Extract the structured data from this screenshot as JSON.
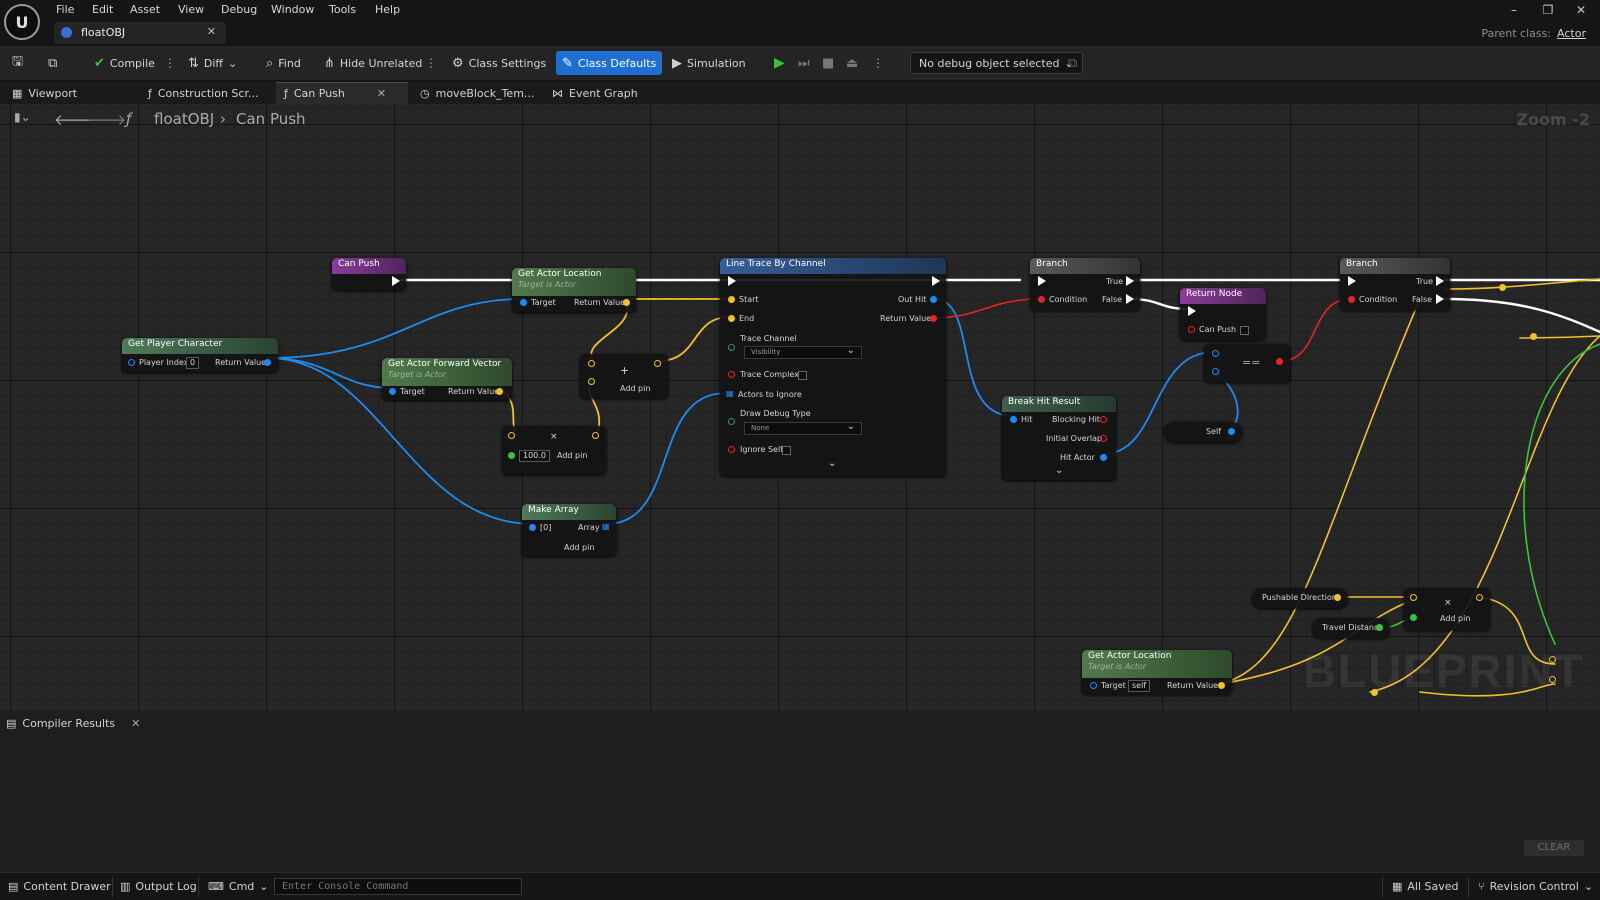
{
  "menu": {
    "items": [
      "File",
      "Edit",
      "Asset",
      "View",
      "Debug",
      "Window",
      "Tools",
      "Help"
    ]
  },
  "document_tab": {
    "label": "floatOBJ"
  },
  "parent_class": {
    "label": "Parent class:",
    "value": "Actor"
  },
  "toolbar": {
    "compile": "Compile",
    "diff": "Diff",
    "find": "Find",
    "hide_unrelated": "Hide Unrelated",
    "class_settings": "Class Settings",
    "class_defaults": "Class Defaults",
    "simulation": "Simulation",
    "debug_object": "No debug object selected"
  },
  "panel_tabs": [
    "Viewport",
    "Construction Scr...",
    "Can Push",
    "moveBlock_Tem...",
    "Event Graph"
  ],
  "breadcrumb": {
    "root": "floatOBJ",
    "current": "Can Push"
  },
  "graph": {
    "zoom": "Zoom -2",
    "watermark": "BLUEPRINT",
    "nodes": {
      "can_push_entry": {
        "title": "Can Push"
      },
      "get_actor_location_1": {
        "title": "Get Actor Location",
        "subtitle": "Target is Actor",
        "in": "Target",
        "out": "Return Value"
      },
      "get_player_character": {
        "title": "Get Player Character",
        "in": "Player Index",
        "index_value": "0",
        "out": "Return Value"
      },
      "get_actor_forward_vector": {
        "title": "Get Actor Forward Vector",
        "subtitle": "Target is Actor",
        "in": "Target",
        "out": "Return Value"
      },
      "add_1": {
        "add_pin": "Add pin"
      },
      "multiply": {
        "value": "100.0",
        "add_pin": "Add pin"
      },
      "make_array": {
        "title": "Make Array",
        "in": "[0]",
        "out": "Array",
        "add_pin": "Add pin"
      },
      "line_trace": {
        "title": "Line Trace By Channel",
        "start": "Start",
        "end": "End",
        "trace_channel": "Trace Channel",
        "trace_channel_value": "Visibility",
        "trace_complex": "Trace Complex",
        "actors_to_ignore": "Actors to Ignore",
        "draw_debug_type": "Draw Debug Type",
        "draw_debug_value": "None",
        "ignore_self": "Ignore Self",
        "out_hit": "Out Hit",
        "return_value": "Return Value"
      },
      "branch_1": {
        "title": "Branch",
        "condition": "Condition",
        "true": "True",
        "false": "False"
      },
      "break_hit_result": {
        "title": "Break Hit Result",
        "hit": "Hit",
        "blocking_hit": "Blocking Hit",
        "initial_overlap": "Initial Overlap",
        "hit_actor": "Hit Actor"
      },
      "return_node": {
        "title": "Return Node",
        "can_push": "Can Push"
      },
      "equal": {
        "label": "=="
      },
      "self_ref": {
        "label": "Self"
      },
      "branch_2": {
        "title": "Branch",
        "condition": "Condition",
        "true": "True",
        "false": "False"
      },
      "pushable_direction": {
        "label": "Pushable Direction"
      },
      "travel_distance": {
        "label": "Travel Distance"
      },
      "multiply_2": {
        "add_pin": "Add pin"
      },
      "get_actor_location_2": {
        "title": "Get Actor Location",
        "subtitle": "Target is Actor",
        "in": "Target",
        "self": "self",
        "out": "Return Value"
      }
    }
  },
  "compiler_results": {
    "tab": "Compiler Results",
    "clear": "CLEAR"
  },
  "statusbar": {
    "content_drawer": "Content Drawer",
    "output_log": "Output Log",
    "cmd": "Cmd",
    "console_placeholder": "Enter Console Command",
    "all_saved": "All Saved",
    "revision_control": "Revision Control"
  },
  "colors": {
    "accent": "#1f6fd2",
    "exec_wire": "#ffffff",
    "object_pin": "#1e8bf2",
    "vector_pin": "#f2c12e",
    "bool_pin": "#e0262a",
    "float_pin": "#3ec23e",
    "play_button": "#38c238"
  }
}
